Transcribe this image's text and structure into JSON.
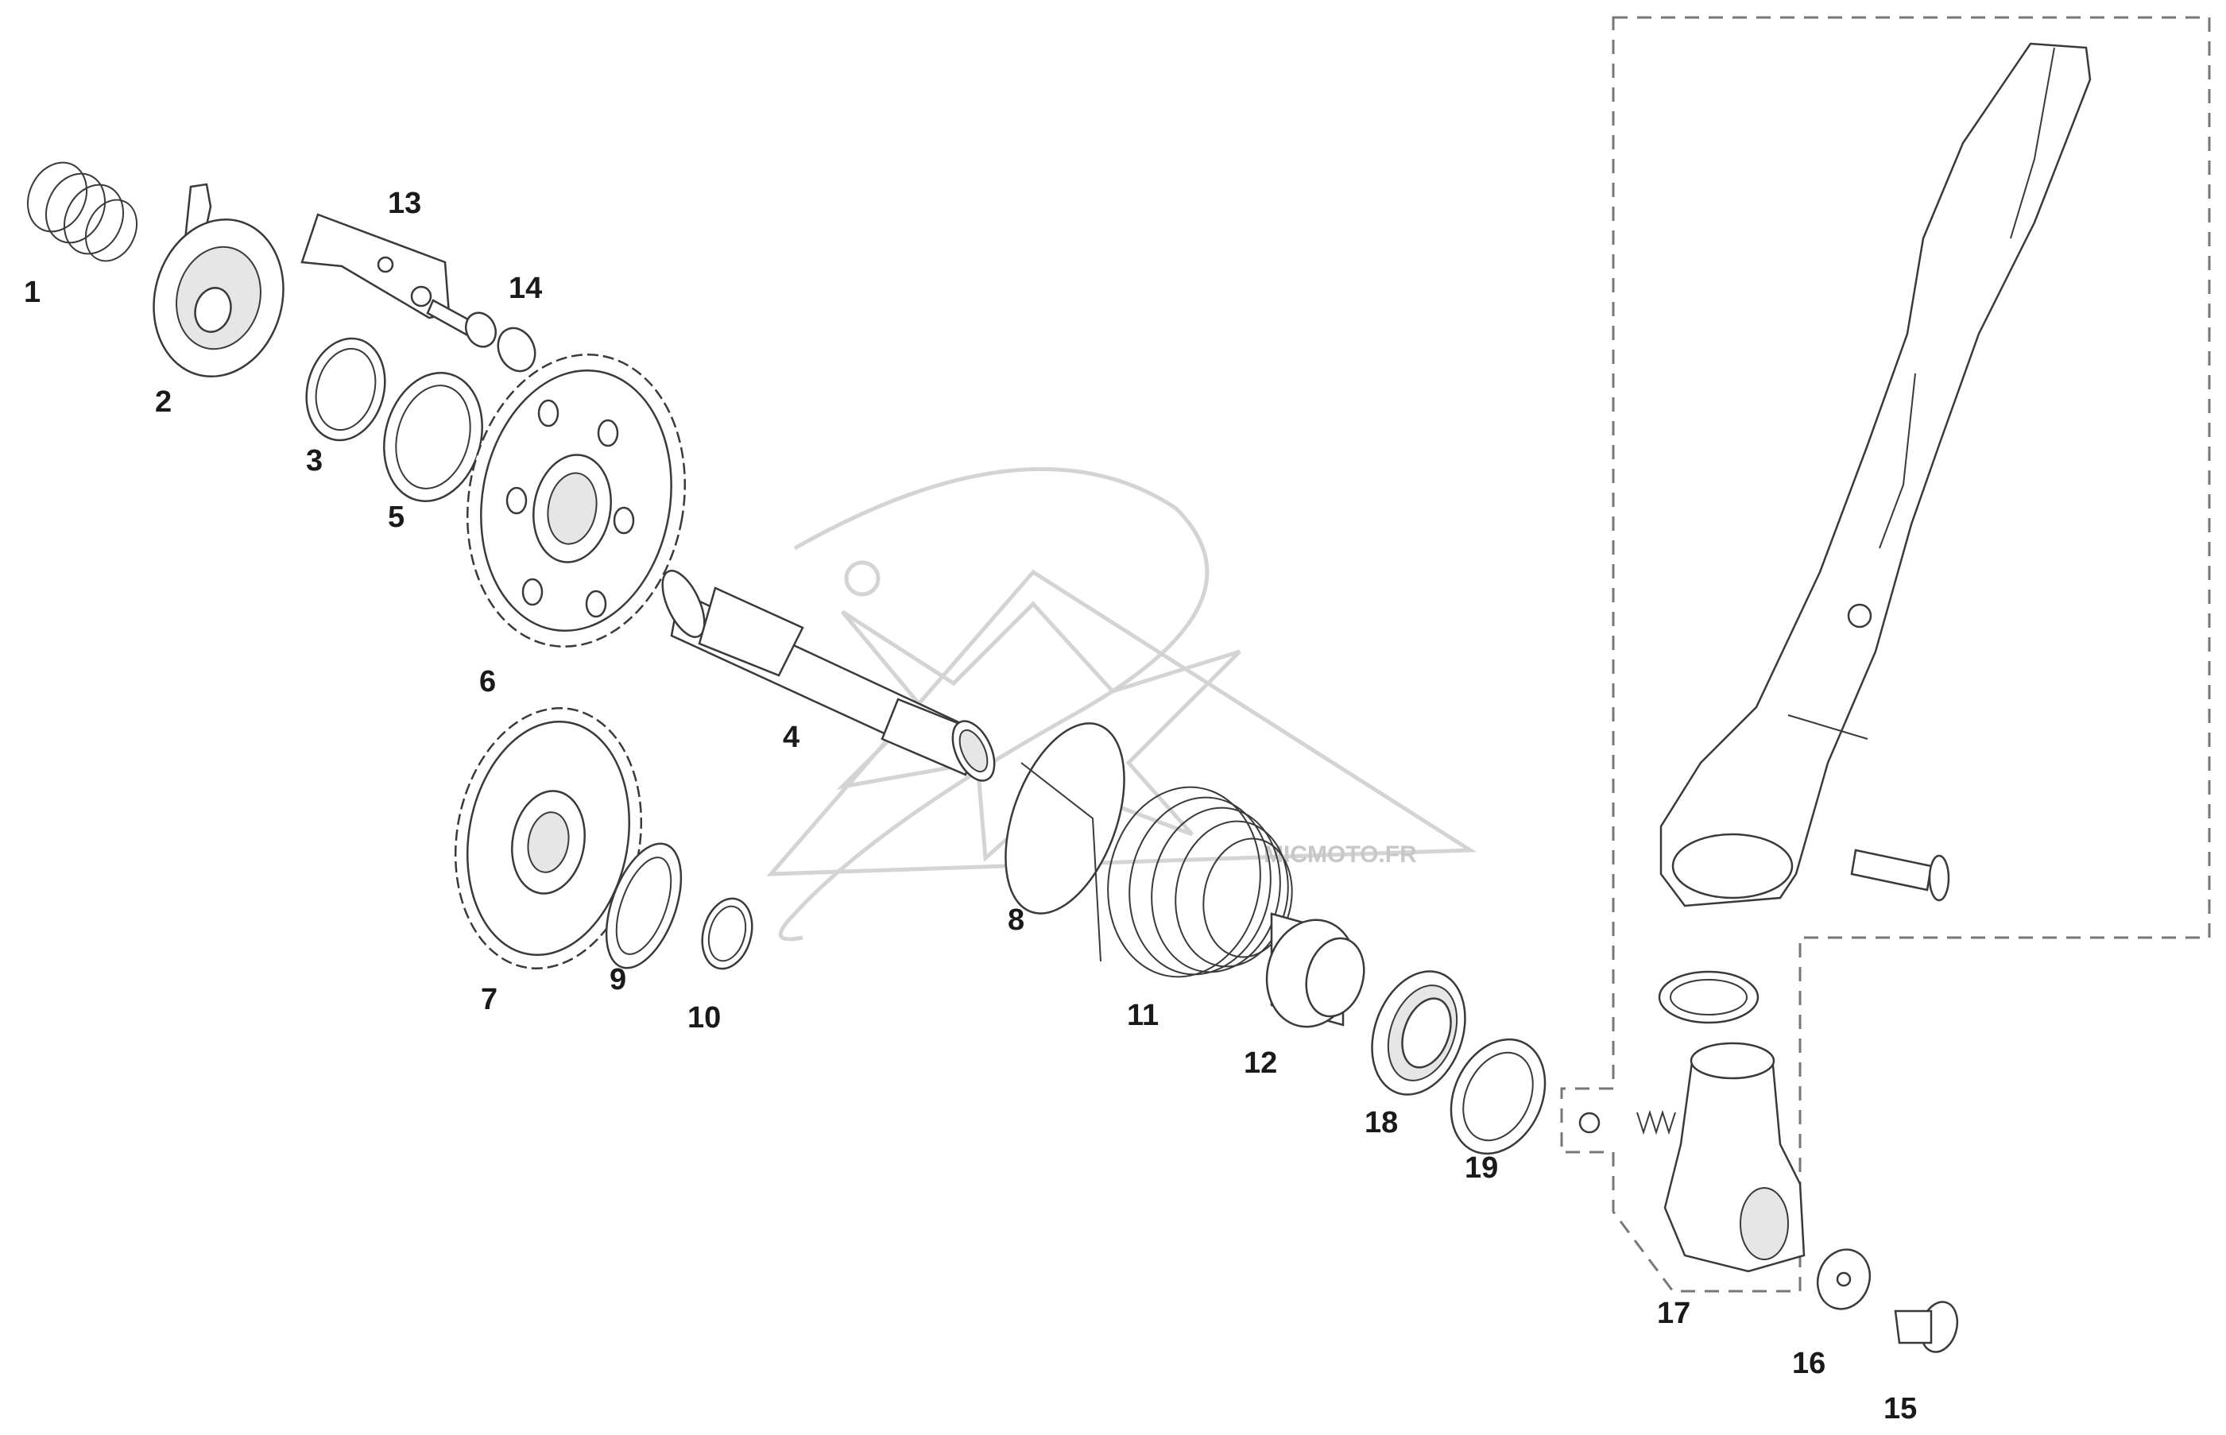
{
  "diagram": {
    "callouts": [
      "1",
      "2",
      "3",
      "4",
      "5",
      "6",
      "7",
      "8",
      "9",
      "10",
      "11",
      "12",
      "13",
      "14",
      "15",
      "16",
      "17",
      "18",
      "19"
    ],
    "watermark_text": "MICMOTO.FR"
  }
}
